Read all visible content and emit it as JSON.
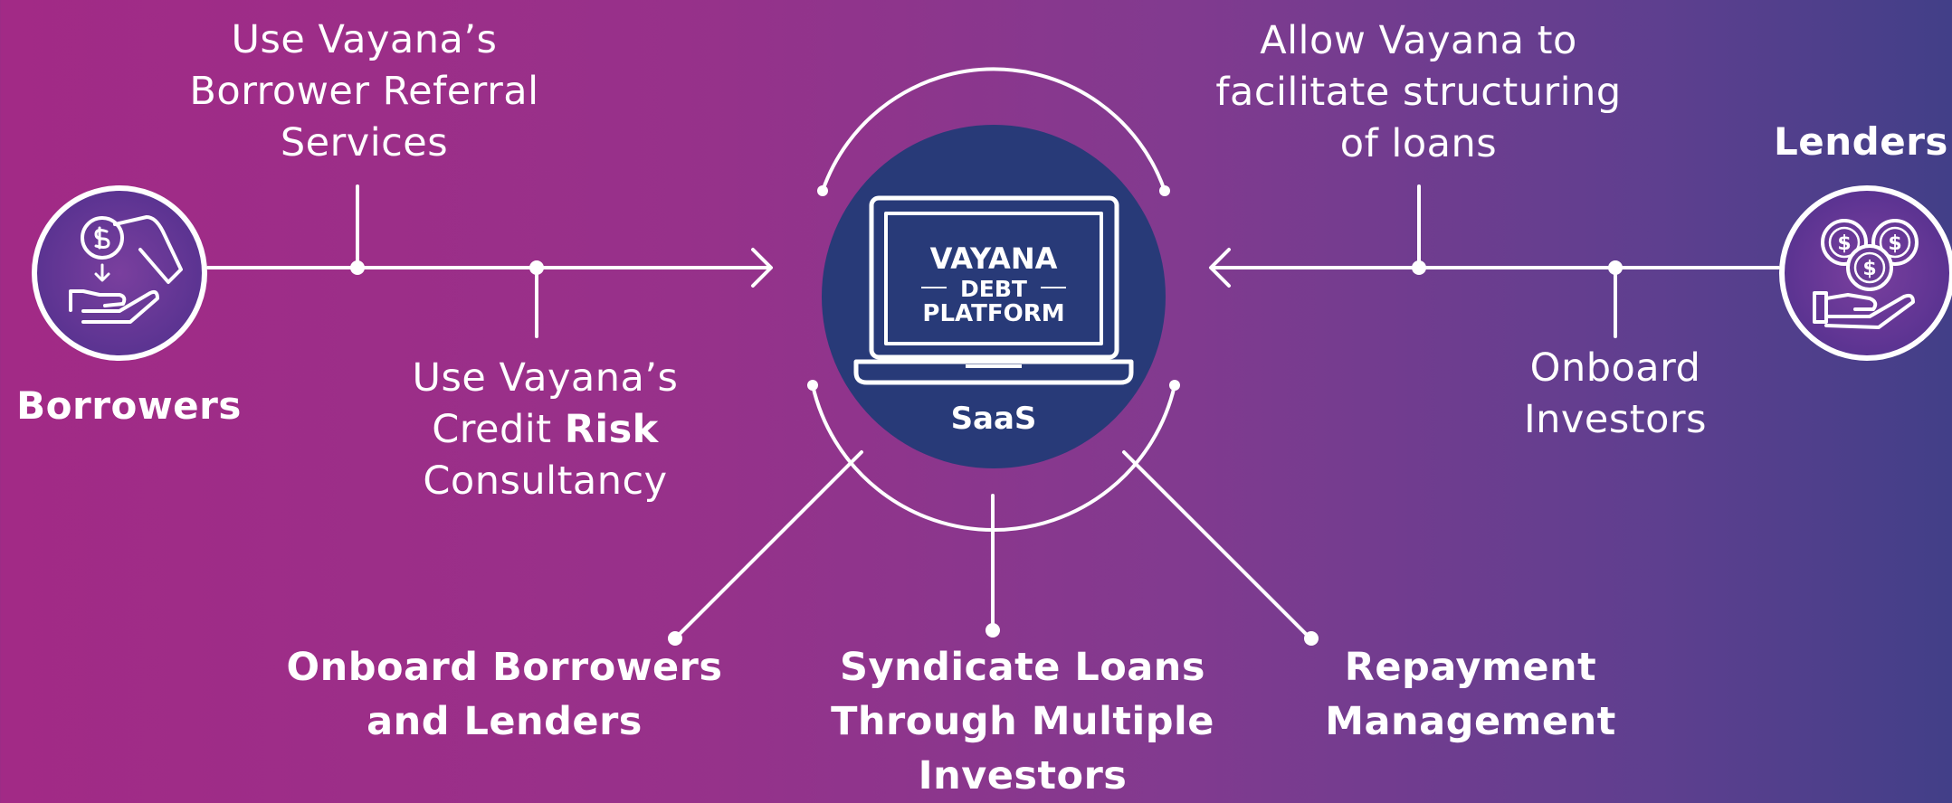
{
  "top_left_note": {
    "lines": [
      "Use Vayana’s",
      "Borrower Referral",
      "Services"
    ]
  },
  "mid_left_note": {
    "line1": "Use Vayana’s",
    "line2_pre": "Credit ",
    "line2_bold": "Risk",
    "line3": "Consultancy"
  },
  "top_right_note": {
    "lines": [
      "Allow Vayana to",
      "facilitate structuring",
      "of loans"
    ]
  },
  "mid_right_note": {
    "lines": [
      "Onboard",
      "Investors"
    ]
  },
  "borrowers_label": "Borrowers",
  "lenders_label": "Lenders",
  "center": {
    "title": "VAYANA",
    "subtitle": "DEBT",
    "subtitle2": "PLATFORM",
    "caption": "SaaS"
  },
  "bottom_features": [
    {
      "lines": [
        "Onboard Borrowers",
        "and Lenders"
      ]
    },
    {
      "lines": [
        "Syndicate Loans",
        "Through Multiple",
        "Investors"
      ]
    },
    {
      "lines": [
        "Repayment",
        "Management"
      ]
    }
  ],
  "colors": {
    "center_circle": "#283a78",
    "node_fill": "#6a3c96",
    "stroke": "#ffffff"
  },
  "icons": {
    "borrowers": "coin-hand-icon",
    "lenders": "coins-hand-icon",
    "center": "laptop-icon"
  }
}
